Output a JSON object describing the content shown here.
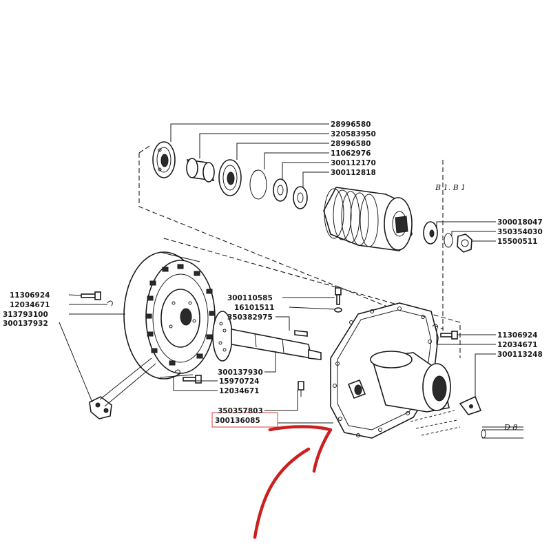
{
  "diagram": {
    "top_labels": [
      "28996580",
      "320583950",
      "28996580",
      "11062976",
      "300112170",
      "300112818"
    ],
    "right_top_labels": [
      "300018047",
      "350354030",
      "15500511"
    ],
    "left_labels": [
      "11306924",
      "12034671",
      "313793100",
      "300137932"
    ],
    "center_labels": [
      "300110585",
      "16101511",
      "350382975"
    ],
    "shaft_labels": [
      "300137930",
      "15970724",
      "12034671"
    ],
    "right_labels": [
      "11306924",
      "12034671",
      "300113248"
    ],
    "bottom_labels": [
      "350357803"
    ],
    "highlighted_label": "300136085",
    "section_labels": {
      "upper": "B 1. B 1",
      "lower": "D 8"
    },
    "colors": {
      "highlight_box": "#e05a5a",
      "arrow": "#cc1f1f",
      "ink": "#1a1a1a"
    }
  }
}
